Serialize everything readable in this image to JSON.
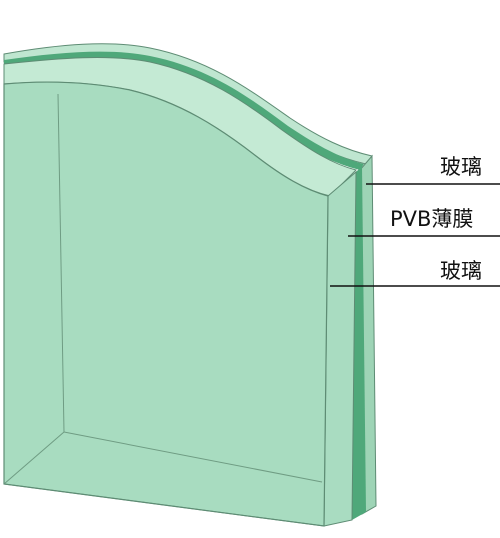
{
  "labels": {
    "top_glass": "玻璃",
    "pvb_film": "PVB薄膜",
    "bottom_glass": "玻璃"
  },
  "colors": {
    "glass_face": "#a8dcc0",
    "glass_edge": "#9ed4b6",
    "glass_stroke": "#5e8c74",
    "pvb_layer": "#4fa87a",
    "leader_line": "#111111"
  }
}
